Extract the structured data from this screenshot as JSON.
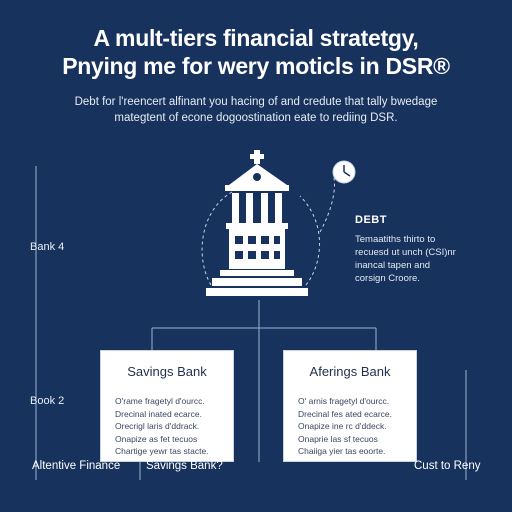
{
  "header": {
    "title_line1": "A mult-tiers financial stratetgy,",
    "title_line2": "Pnying me for wery moticls in DSR®",
    "subtitle_line1": "Debt for l'reencert alfinant you hacing of and credute that tally bwedage",
    "subtitle_line2": "mategtent of econe dogoostination eate to rediing DSR."
  },
  "side_labels": {
    "bank4": "Bank 4",
    "book2": "Book 2"
  },
  "debt": {
    "title": "DEBT",
    "lines": [
      "Temaatiths thirto to",
      "recuesd ut unch (CSI)nr",
      "inancal tapen and",
      "corsign Croore."
    ]
  },
  "cards": [
    {
      "title": "Savings Bank",
      "lines": [
        "O'rame fragetyl d'ourcc.",
        "Drecinal inated ecarce.",
        "Orecrigl laris d'ddrack.",
        "Onapize as fet tecuos",
        "Chartige yewr tas stacte."
      ]
    },
    {
      "title": "Aferings Bank",
      "lines": [
        "O' arnis fragetyl d'ourcc.",
        "Drecinal fes ated ecarce.",
        "Onapize ine rc d'ddeck.",
        "Onaprie las sf tecuos",
        "Chaiiga yier tas eoorte."
      ]
    }
  ],
  "bottom": {
    "left": "Altentive Finance",
    "middle": "Savings Bank?",
    "right": "Cust to Reny"
  },
  "colors": {
    "background": "#17325c",
    "line": "#9fb2cf",
    "card": "#ffffff"
  }
}
